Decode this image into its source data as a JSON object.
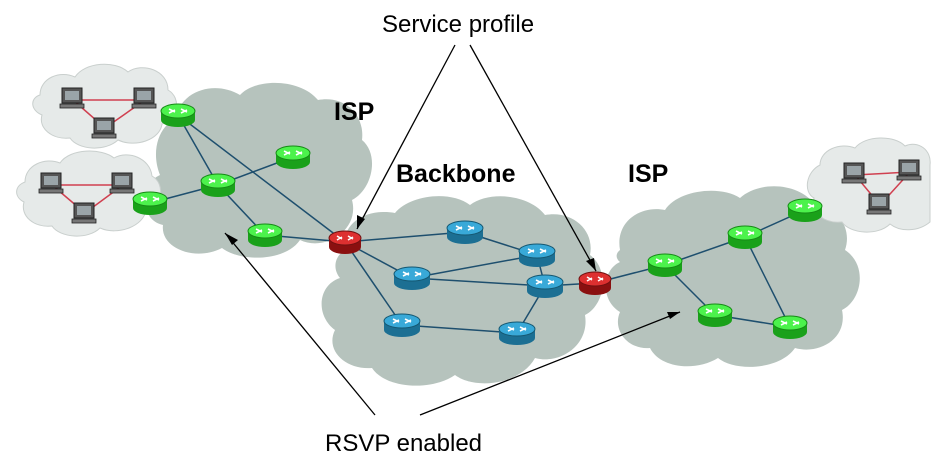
{
  "labels": {
    "service_profile": "Service profile",
    "isp_left": "ISP",
    "backbone": "Backbone",
    "isp_right": "ISP",
    "rsvp_enabled": "RSVP enabled"
  },
  "colors": {
    "cloud_fill": "#b6c3bd",
    "lan_cloud_fill": "#e6eae9",
    "edge_router": "#33ee33",
    "core_router": "#2b9fce",
    "border_router": "#cc1f1f",
    "link": "#1e4f6e",
    "lan_link": "#d04050"
  },
  "icons": {
    "router": "router-icon",
    "computer": "computer-icon"
  }
}
